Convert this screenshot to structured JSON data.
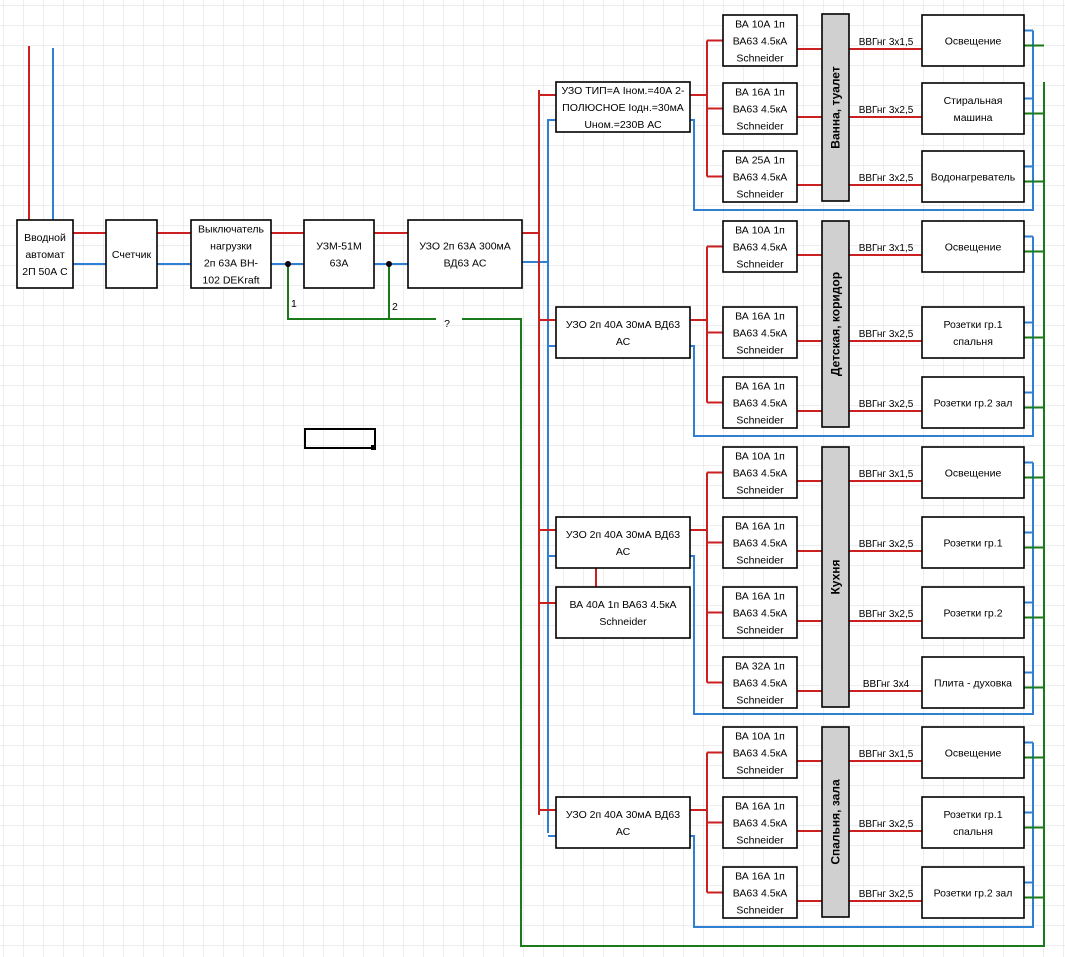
{
  "colors": {
    "phase": "#cc1f1f",
    "neutral": "#2f7fd2",
    "earth": "#1a7a1a",
    "band": "#d0d0d0"
  },
  "main_chain": {
    "input_breaker": [
      "Вводной",
      "автомат",
      "2П 50А С"
    ],
    "meter": [
      "Счетчик"
    ],
    "load_switch": [
      "Выключатель",
      "нагрузки",
      "2п 63А ВН-",
      "102 DEKraft"
    ],
    "uzm": [
      "УЗМ-51М",
      "63А"
    ],
    "rcd_main": [
      "УЗО 2п 63А 300мА",
      "ВД63 АС"
    ]
  },
  "junction_labels": {
    "j1": "1",
    "j2": "2",
    "unknown": "?"
  },
  "groups": [
    {
      "zone": "Ванна, туалет",
      "rcd": [
        "УЗО ТИП=А Iном.=40А 2-",
        "ПОЛЮСНОЕ Iодн.=30мА",
        "Uном.=230В АС"
      ],
      "lines": [
        {
          "breaker": [
            "ВА 10А 1п",
            "ВА63 4.5кА",
            "Schneider"
          ],
          "cable": "ВВГнг  3х1,5",
          "load": [
            "Освещение"
          ]
        },
        {
          "breaker": [
            "ВА 16А 1п",
            "ВА63 4.5кА",
            "Schneider"
          ],
          "cable": "ВВГнг  3х2,5",
          "load": [
            "Стиральная",
            "машина"
          ]
        },
        {
          "breaker": [
            "ВА 25А 1п",
            "ВА63 4.5кА",
            "Schneider"
          ],
          "cable": "ВВГнг  3х2,5",
          "load": [
            "Водонагреватель"
          ]
        }
      ]
    },
    {
      "zone": "Детская, коридор",
      "rcd": [
        "УЗО 2п 40А 30мА ВД63",
        "АС"
      ],
      "lines": [
        {
          "breaker": [
            "ВА 10А 1п",
            "ВА63 4.5кА",
            "Schneider"
          ],
          "cable": "ВВГнг  3х1,5",
          "load": [
            "Освещение"
          ]
        },
        {
          "breaker": [
            "ВА 16А 1п",
            "ВА63 4.5кА",
            "Schneider"
          ],
          "cable": "ВВГнг  3х2,5",
          "load": [
            "Розетки гр.1",
            "спальня"
          ]
        },
        {
          "breaker": [
            "ВА 16А 1п",
            "ВА63 4.5кА",
            "Schneider"
          ],
          "cable": "ВВГнг  3х2,5",
          "load": [
            "Розетки гр.2 зал"
          ]
        }
      ]
    },
    {
      "zone": "Кухня",
      "rcd": [
        "УЗО 2п 40А 30мА ВД63",
        "АС"
      ],
      "extra_breaker": [
        "ВА 40А 1п ВА63 4.5кА",
        "Schneider"
      ],
      "lines": [
        {
          "breaker": [
            "ВА 10А 1п",
            "ВА63 4.5кА",
            "Schneider"
          ],
          "cable": "ВВГнг  3х1,5",
          "load": [
            "Освещение"
          ]
        },
        {
          "breaker": [
            "ВА 16А 1п",
            "ВА63 4.5кА",
            "Schneider"
          ],
          "cable": "ВВГнг  3х2,5",
          "load": [
            "Розетки гр.1"
          ]
        },
        {
          "breaker": [
            "ВА 16А 1п",
            "ВА63 4.5кА",
            "Schneider"
          ],
          "cable": "ВВГнг  3х2,5",
          "load": [
            "Розетки гр.2"
          ]
        },
        {
          "breaker": [
            "ВА 32А 1п",
            "ВА63 4.5кА",
            "Schneider"
          ],
          "cable": "ВВГнг  3х4",
          "load": [
            "Плита - духовка"
          ]
        }
      ]
    },
    {
      "zone": "Спальня, зала",
      "rcd": [
        "УЗО 2п 40А 30мА ВД63",
        "АС"
      ],
      "lines": [
        {
          "breaker": [
            "ВА 10А 1п",
            "ВА63 4.5кА",
            "Schneider"
          ],
          "cable": "ВВГнг  3х1,5",
          "load": [
            "Освещение"
          ]
        },
        {
          "breaker": [
            "ВА 16А 1п",
            "ВА63 4.5кА",
            "Schneider"
          ],
          "cable": "ВВГнг  3х2,5",
          "load": [
            "Розетки гр.1",
            "спальня"
          ]
        },
        {
          "breaker": [
            "ВА 16А 1п",
            "ВА63 4.5кА",
            "Schneider"
          ],
          "cable": "ВВГнг  3х2,5",
          "load": [
            "Розетки гр.2 зал"
          ]
        }
      ]
    }
  ]
}
